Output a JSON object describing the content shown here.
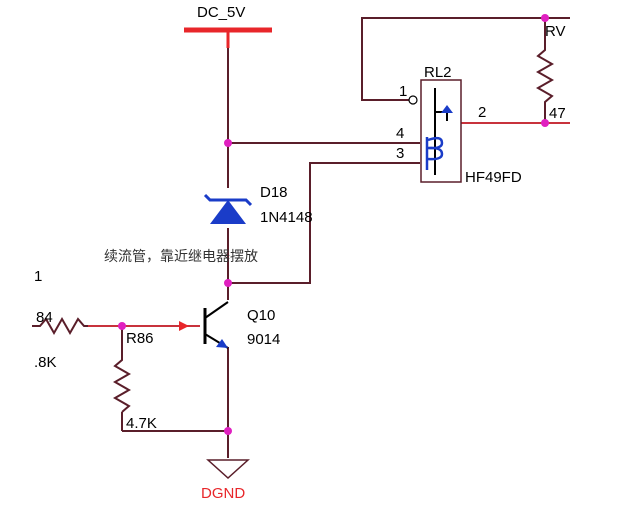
{
  "power": {
    "label": "DC_5V"
  },
  "relay": {
    "ref": "RL2",
    "part": "HF49FD",
    "pins": {
      "p1": "1",
      "p2": "2",
      "p3": "3",
      "p4": "4"
    }
  },
  "diode": {
    "ref": "D18",
    "part": "1N4148"
  },
  "annotation": {
    "text": "续流管，靠近继电器摆放"
  },
  "transistor": {
    "ref": "Q10",
    "part": "9014"
  },
  "resistor_base_pulldown": {
    "ref": "R86",
    "value": "4.7K"
  },
  "resistor_input": {
    "ref_partial": "84",
    "value_partial": ".8K"
  },
  "resistor_right": {
    "ref_partial": "RV",
    "value_partial": "47"
  },
  "left_partial_label": "1",
  "ground": {
    "label": "DGND"
  },
  "colors": {
    "wire": "#c8323c",
    "wire_dark": "#5a1e2a",
    "junction": "#e020c0",
    "diode_fill": "#1a3cc8",
    "power_bar": "#e8262a",
    "ground_label": "#e8262a"
  }
}
